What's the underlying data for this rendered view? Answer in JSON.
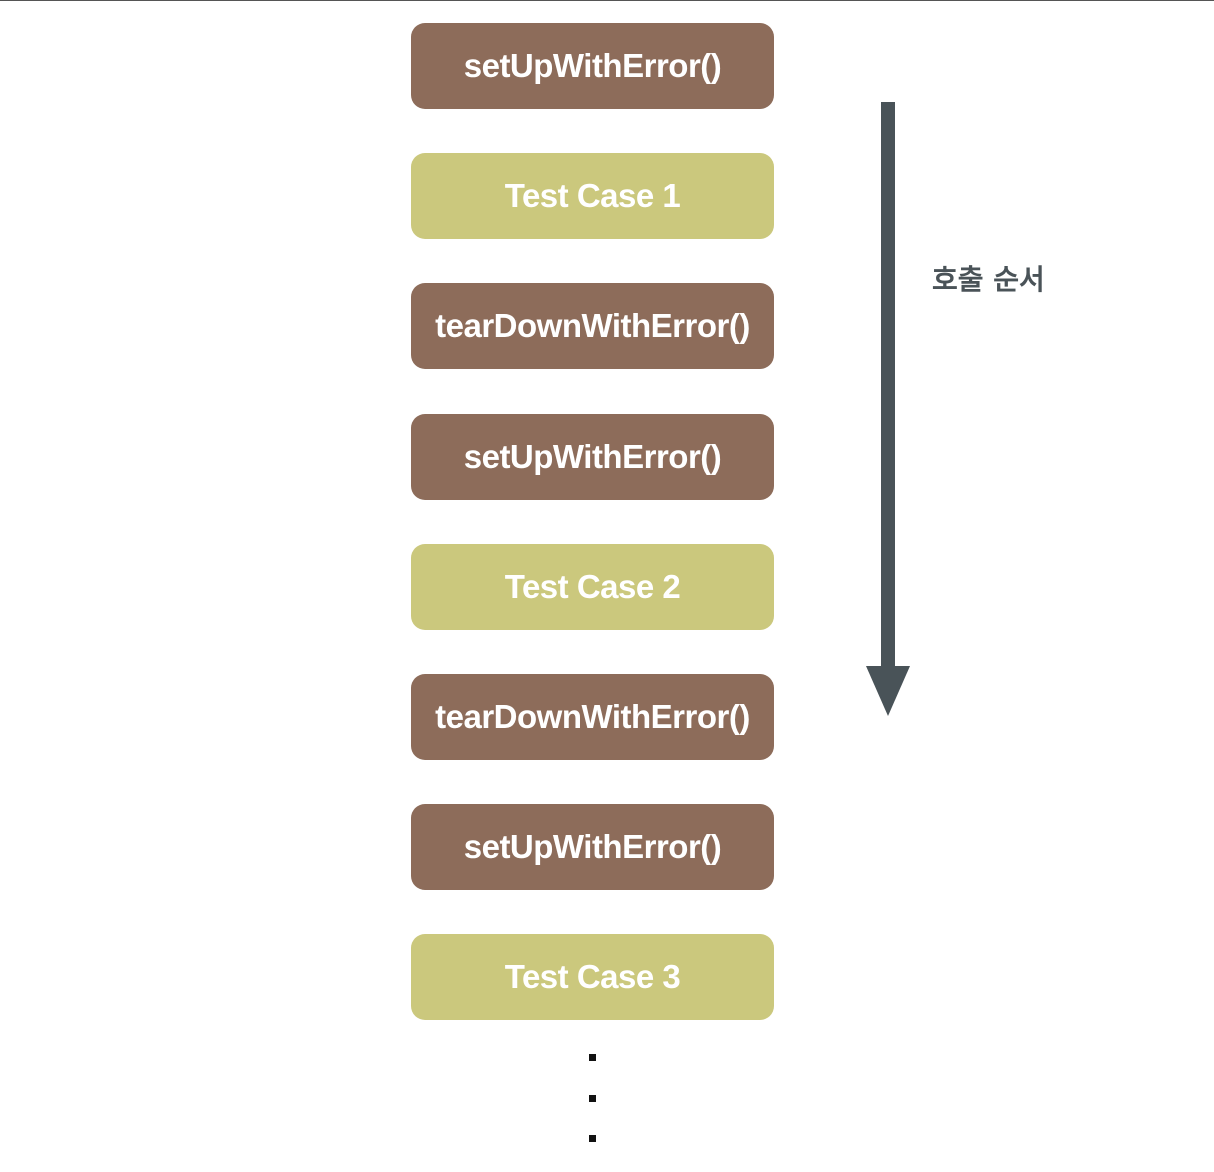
{
  "diagram": {
    "colors": {
      "lifecycle": "#8d6c5a",
      "test_case": "#cbc87d",
      "arrow": "#495358",
      "label_text": "#ffffff"
    },
    "steps": [
      {
        "label": "setUpWithError()",
        "kind": "lifecycle"
      },
      {
        "label": "Test Case 1",
        "kind": "test_case"
      },
      {
        "label": "tearDownWithError()",
        "kind": "lifecycle"
      },
      {
        "label": "setUpWithError()",
        "kind": "lifecycle"
      },
      {
        "label": "Test Case 2",
        "kind": "test_case"
      },
      {
        "label": "tearDownWithError()",
        "kind": "lifecycle"
      },
      {
        "label": "setUpWithError()",
        "kind": "lifecycle"
      },
      {
        "label": "Test Case 3",
        "kind": "test_case"
      }
    ],
    "arrow_label": "호출 순서",
    "continuation_dots": 3
  }
}
